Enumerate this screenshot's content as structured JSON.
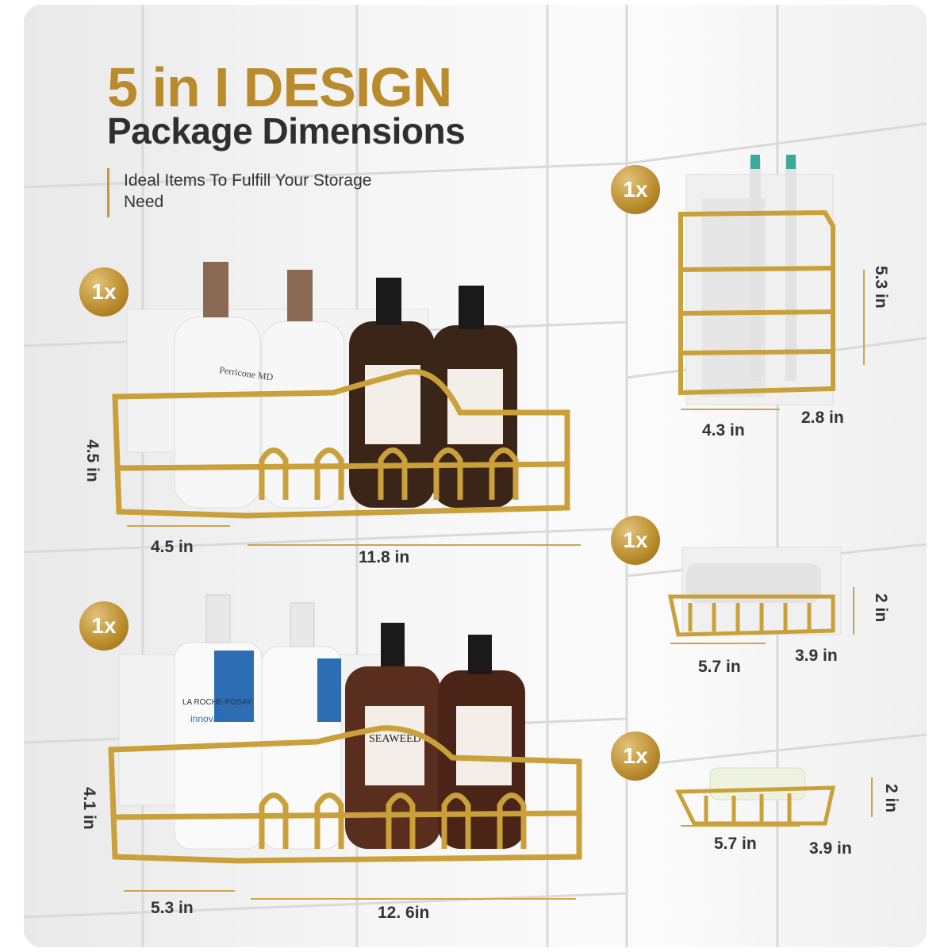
{
  "header": {
    "title": "5 in I DESIGN",
    "subtitle": "Package Dimensions",
    "tagline": "Ideal Items To Fulfill Your Storage Need"
  },
  "colors": {
    "gold": "#c49a3a",
    "dark_text": "#2f2f2f",
    "background": "#f4f4f4"
  },
  "products": [
    {
      "name": "large-shower-caddy-1",
      "quantity": "1x",
      "height": "4.5 in",
      "depth": "4.5 in",
      "width": "11.8 in"
    },
    {
      "name": "large-shower-caddy-2",
      "quantity": "1x",
      "height": "4.1 in",
      "depth": "5.3 in",
      "width": "12. 6in"
    },
    {
      "name": "toothbrush-holder",
      "quantity": "1x",
      "height": "5.3 in",
      "width": "4.3 in",
      "depth": "2.8 in"
    },
    {
      "name": "small-basket",
      "quantity": "1x",
      "height": "2 in",
      "width": "5.7 in",
      "depth": "3.9 in"
    },
    {
      "name": "soap-dish",
      "quantity": "1x",
      "height": "2 in",
      "width": "5.7 in",
      "depth": "3.9 in"
    }
  ],
  "bottle_labels": {
    "brand_a": "Perricone MD",
    "brand_b": "LA ROCHE-POSAY",
    "innovation": "innovation",
    "seaweed": "SEAWEED"
  }
}
